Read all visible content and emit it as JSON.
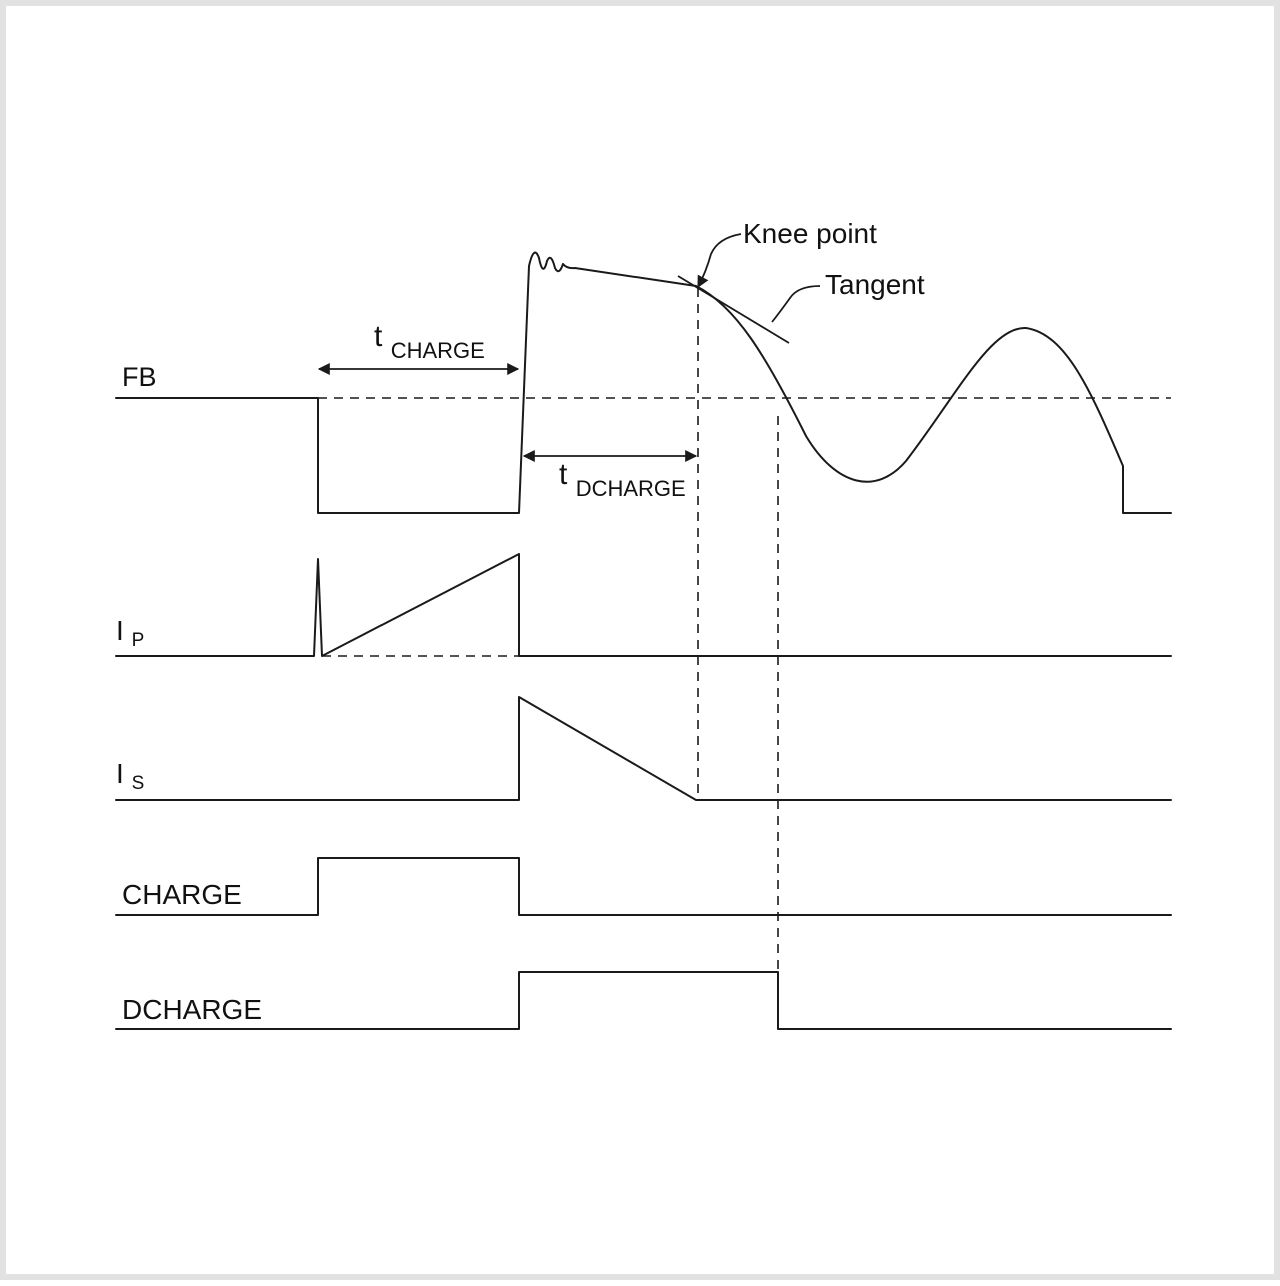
{
  "signals": {
    "fb": "FB",
    "ip_main": "I",
    "ip_sub": "P",
    "is_main": "I",
    "is_sub": "S",
    "charge": "CHARGE",
    "dcharge": "DCHARGE"
  },
  "annotations": {
    "t_charge_main": "t",
    "t_charge_sub": "CHARGE",
    "t_dcharge_main": "t",
    "t_dcharge_sub": "DCHARGE",
    "knee_point": "Knee point",
    "tangent": "Tangent"
  },
  "colors": {
    "stroke": "#1a1a1a",
    "border": "#e2e2e2",
    "background": "#ffffff"
  }
}
